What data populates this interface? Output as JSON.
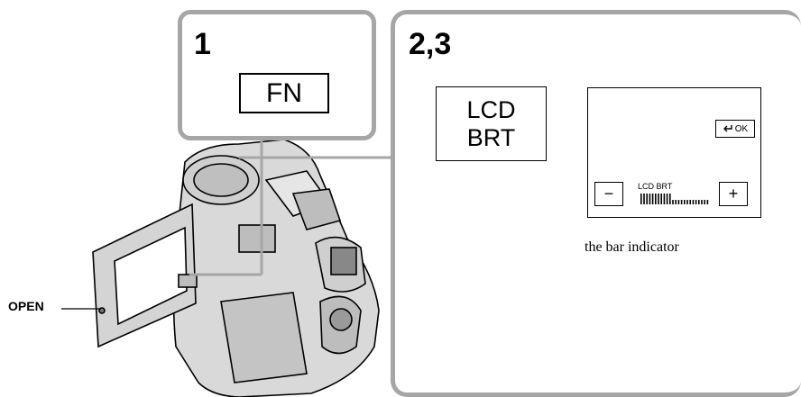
{
  "step1": {
    "number": "1",
    "button_label": "FN"
  },
  "step23": {
    "number": "2,3",
    "lcd_button": {
      "line1": "LCD",
      "line2": "BRT"
    },
    "screen": {
      "ok_label": "OK",
      "minus_label": "−",
      "plus_label": "+",
      "bar_label": "LCD BRT",
      "brightness_level": 0.45
    },
    "bar_caption": "the bar indicator"
  },
  "camera": {
    "open_label": "OPEN"
  },
  "colors": {
    "panel_border": "#a6a6a6",
    "line": "#000000"
  },
  "icons": {
    "ok": "return-arrow-icon"
  }
}
